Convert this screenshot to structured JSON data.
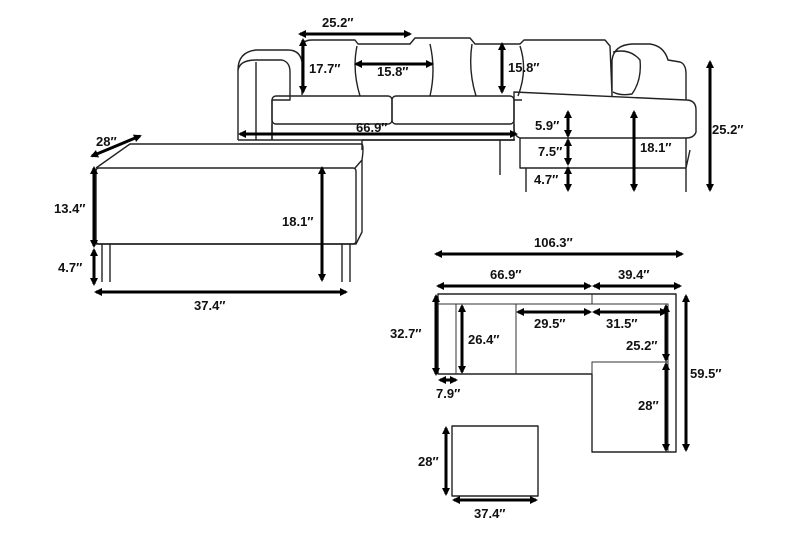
{
  "diagram": {
    "sofa_front": {
      "cushion_width": "25.2″",
      "back_cushion_height": "17.7″",
      "pillow_width": "15.8″",
      "pillow_height": "15.8″",
      "sofa_total_height": "25.2″",
      "cushion_thickness": "5.9″",
      "base_height": "7.5″",
      "leg_height": "4.7″",
      "seat_height": "18.1″",
      "main_width": "66.9″"
    },
    "ottoman": {
      "depth": "28″",
      "body_height": "13.4″",
      "leg_height": "4.7″",
      "total_height": "18.1″",
      "width": "37.4″"
    },
    "plan": {
      "total_width": "106.3″",
      "main_width": "66.9″",
      "chaise_width": "39.4″",
      "main_depth": "32.7″",
      "seat_depth": "26.4″",
      "arm_width": "7.9″",
      "seat_width": "29.5″",
      "chaise_seat_width": "31.5″",
      "chaise_back_depth": "25.2″",
      "chaise_depth": "28″",
      "total_depth": "59.5″",
      "ottoman_depth": "28″",
      "ottoman_width": "37.4″"
    }
  }
}
